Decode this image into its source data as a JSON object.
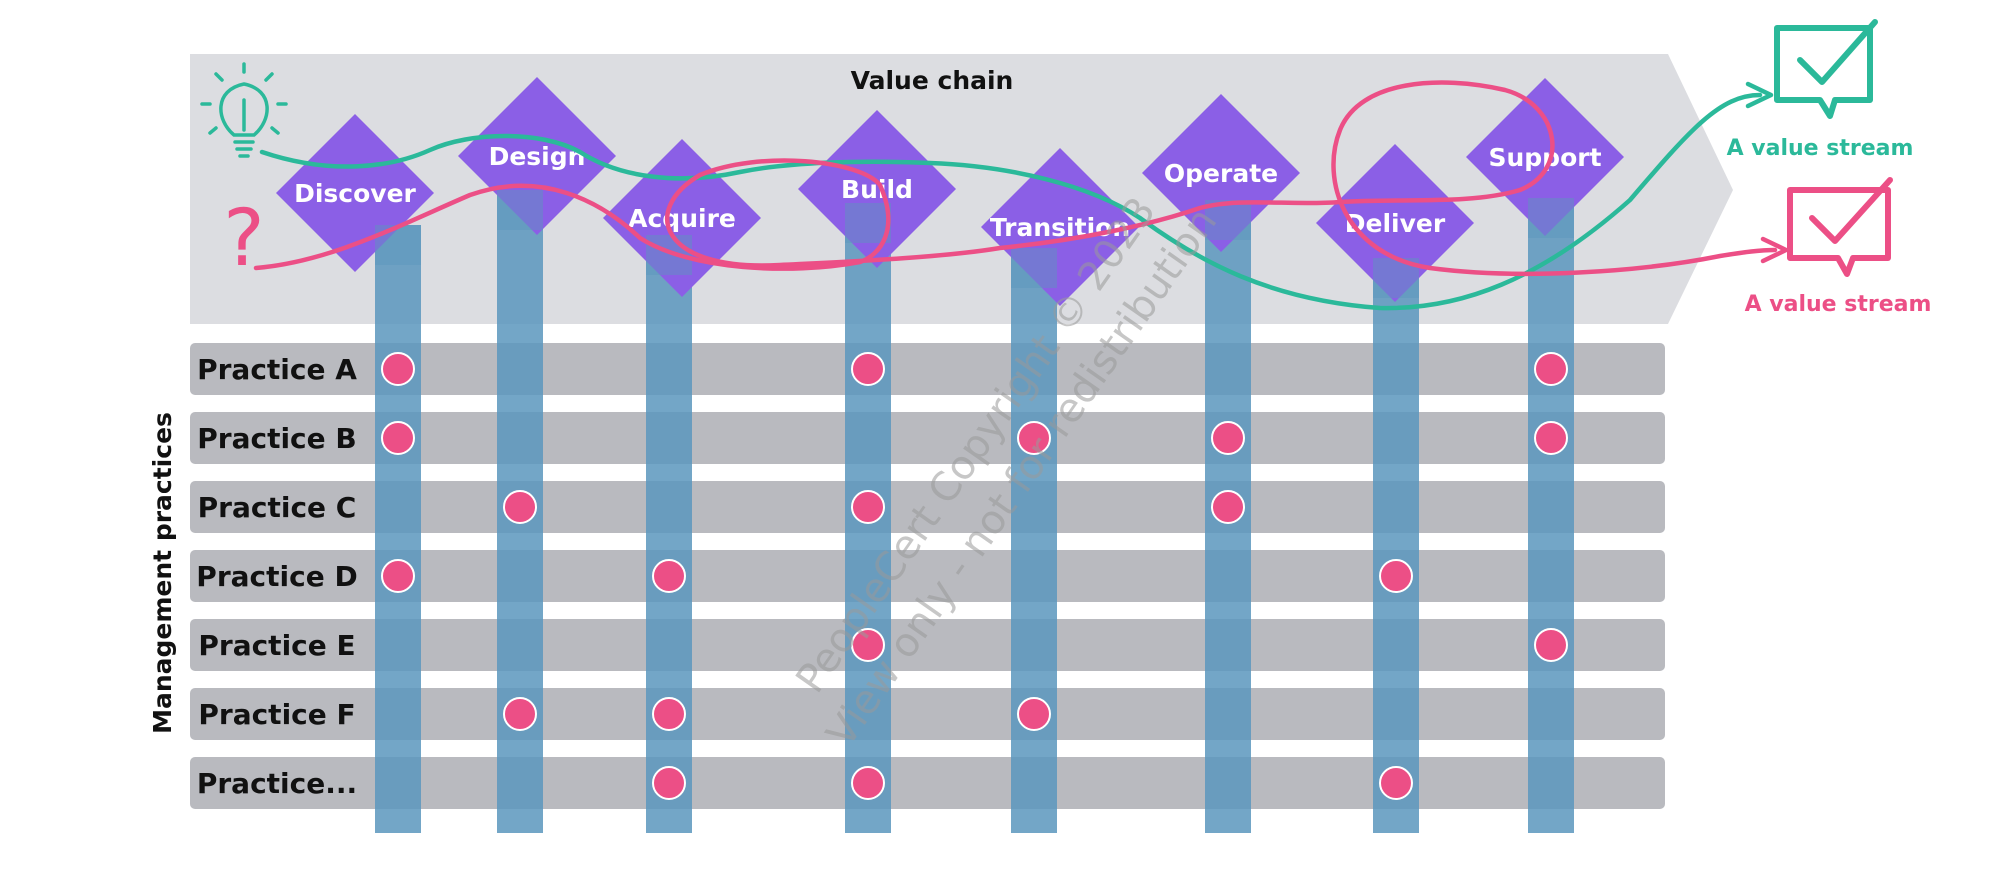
{
  "title": "Value chain",
  "axis_label": "Management practices",
  "stages": [
    "Discover",
    "Design",
    "Acquire",
    "Build",
    "Transition",
    "Operate",
    "Deliver",
    "Support"
  ],
  "practices": [
    "Practice A",
    "Practice B",
    "Practice C",
    "Practice D",
    "Practice E",
    "Practice F",
    "Practice..."
  ],
  "links": [
    {
      "practice": 0,
      "stages": [
        0,
        3,
        7
      ]
    },
    {
      "practice": 1,
      "stages": [
        0,
        4,
        5,
        7
      ]
    },
    {
      "practice": 2,
      "stages": [
        1,
        3,
        5
      ]
    },
    {
      "practice": 3,
      "stages": [
        0,
        2,
        6
      ]
    },
    {
      "practice": 4,
      "stages": [
        3,
        7
      ]
    },
    {
      "practice": 5,
      "stages": [
        1,
        2,
        4
      ]
    },
    {
      "practice": 6,
      "stages": [
        2,
        3,
        6
      ]
    }
  ],
  "streams": [
    {
      "label": "A value stream",
      "color": "#2bb99a",
      "start_icon": "lightbulb-icon",
      "end_icon": "checked-speech-bubble-icon"
    },
    {
      "label": "A value stream",
      "color": "#ec4f86",
      "start_icon": "question-mark-icon",
      "end_icon": "checked-speech-bubble-icon"
    }
  ],
  "watermark": [
    "PeopleCert Copyright © 2023",
    "View only - not for redistribution"
  ],
  "colors": {
    "chain_band": "#dcdde1",
    "stage_diamond": "#8b5fe6",
    "column": "#5b96bd",
    "practice_bar": "#b9babf",
    "dot": "#ec4f86"
  }
}
